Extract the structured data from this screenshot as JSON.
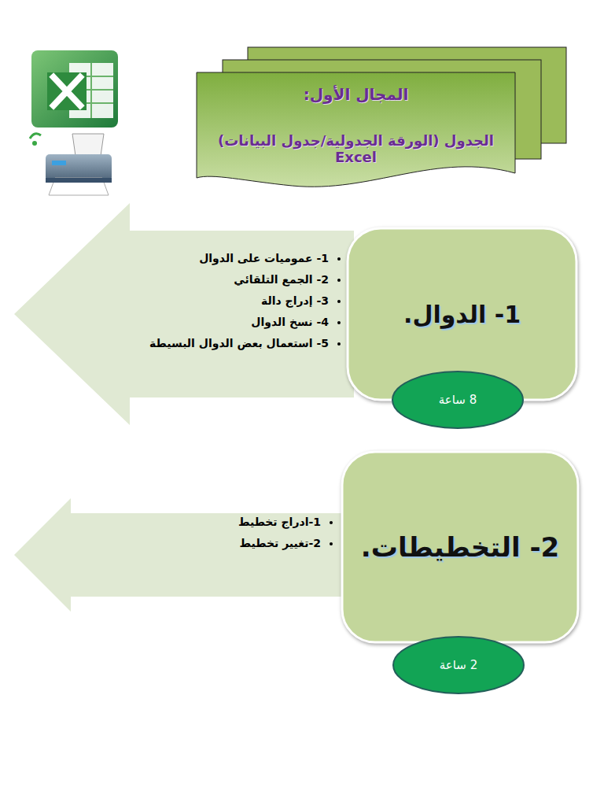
{
  "diagram": {
    "nodes": [
      {
        "text": [
          "المجال الأول:",
          "الجدول (الورقة الجدولية/جدول البيانات) Excel"
        ]
      },
      {
        "text": [
          "1- الدوال."
        ]
      },
      {
        "text": [
          "8 ساعة"
        ]
      },
      {
        "text": [
          "1- عموميات على الدوال",
          "2- الجمع التلقائي",
          "3- إدراج دالة",
          "4- نسخ الدوال",
          "5- استعمال بعض الدوال البسيطة"
        ]
      },
      {
        "text": [
          "2- التخطيطات."
        ]
      },
      {
        "text": [
          "2 ساعة"
        ]
      },
      {
        "text": [
          "1-ادراج تخطيط",
          "2-تغيير تخطيط"
        ]
      }
    ]
  }
}
